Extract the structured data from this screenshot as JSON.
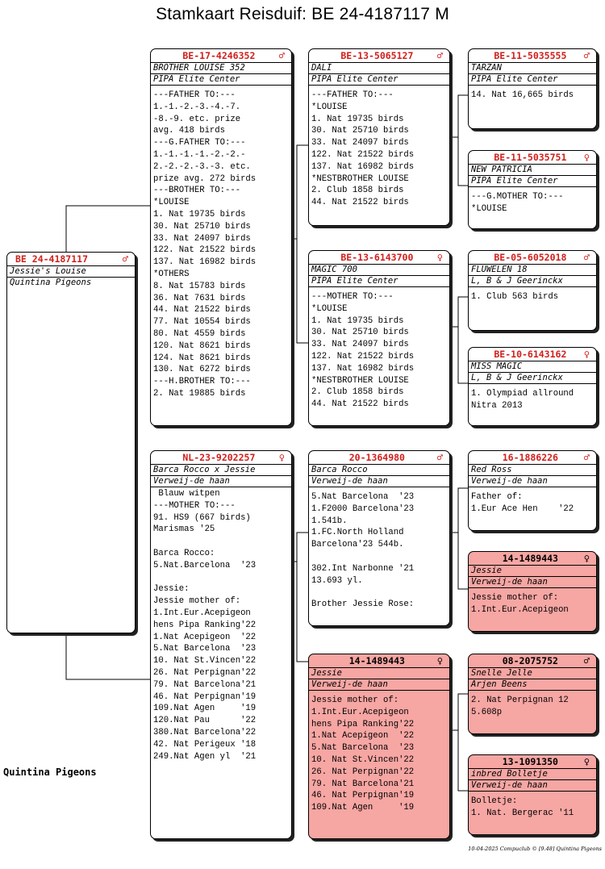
{
  "title": "Stamkaart Reisduif: BE  24-4187117 M",
  "breeder_name": "Quintina Pigeons",
  "footer": "10-04-2025   Compuclub © [9.48]  Quintina Pigeons",
  "cards": {
    "subject": {
      "ring": "BE  24-4187117",
      "sex": "♂",
      "name": "Jessie's Louise",
      "owner": "Quintina Pigeons",
      "lines": []
    },
    "father": {
      "ring": "BE-17-4246352",
      "sex": "♂",
      "name": "BROTHER LOUISE 352",
      "owner": "PIPA Elite Center",
      "lines": [
        "---FATHER TO:---",
        "1.-1.-2.-3.-4.-7.",
        "-8.-9. etc. prize",
        "avg. 418 birds",
        "---G.FATHER TO:---",
        "1.-1.-1.-1.-2.-2.-",
        "2.-2.-2.-3.-3. etc.",
        "prize avg. 272 birds",
        "---BROTHER TO:---",
        "*LOUISE",
        "1. Nat 19735 birds",
        "30. Nat 25710 birds",
        "33. Nat 24097 birds",
        "122. Nat 21522 birds",
        "137. Nat 16982 birds",
        "*OTHERS",
        "8. Nat 15783 birds",
        "36. Nat 7631 birds",
        "44. Nat 21522 birds",
        "77. Nat 10554 birds",
        "80. Nat 4559 birds",
        "120. Nat 8621 birds",
        "124. Nat 8621 birds",
        "130. Nat 6272 birds",
        "---H.BROTHER TO:---",
        "2. Nat 19885 birds"
      ]
    },
    "mother": {
      "ring": "NL-23-9202257",
      "sex": "♀",
      "name": "Barca Rocco x Jessie",
      "owner": "Verweij-de haan",
      "lines": [
        " Blauw witpen",
        "---MOTHER TO:---",
        "91. HS9 (667 birds)",
        "Marismas '25",
        "",
        "Barca Rocco:",
        "5.Nat.Barcelona  '23",
        "",
        "Jessie:",
        "Jessie mother of:",
        "1.Int.Eur.Acepigeon",
        "hens Pipa Ranking'22",
        "1.Nat Acepigeon  '22",
        "5.Nat Barcelona  '23",
        "10. Nat St.Vincen'22",
        "26. Nat Perpignan'22",
        "79. Nat Barcelona'21",
        "46. Nat Perpignan'19",
        "109.Nat Agen     '19",
        "120.Nat Pau      '22",
        "380.Nat Barcelona'22",
        "42. Nat Perigeux '18",
        "249.Nat Agen yl  '21"
      ]
    },
    "ff": {
      "ring": "BE-13-5065127",
      "sex": "♂",
      "name": "DALI",
      "owner": "PIPA Elite Center",
      "lines": [
        "---FATHER TO:---",
        "*LOUISE",
        "1. Nat 19735 birds",
        "30. Nat 25710 birds",
        "33. Nat 24097 birds",
        "122. Nat 21522 birds",
        "137. Nat 16982 birds",
        "*NESTBROTHER LOUISE",
        "2. Club 1858 birds",
        "44. Nat 21522 birds"
      ]
    },
    "fm": {
      "ring": "BE-13-6143700",
      "sex": "♀",
      "name": "MAGIC 700",
      "owner": "PIPA Elite Center",
      "lines": [
        "---MOTHER TO:---",
        "*LOUISE",
        "1. Nat 19735 birds",
        "30. Nat 25710 birds",
        "33. Nat 24097 birds",
        "122. Nat 21522 birds",
        "137. Nat 16982 birds",
        "*NESTBROTHER LOUISE",
        "2. Club 1858 birds",
        "44. Nat 21522 birds"
      ]
    },
    "mf": {
      "ring": "20-1364980",
      "sex": "♂",
      "name": "Barca Rocco",
      "owner": "Verweij-de haan",
      "lines": [
        "5.Nat Barcelona  '23",
        "1.F2000 Barcelona'23",
        "1.541b.",
        "1.FC.North Holland",
        "Barcelona'23 544b.",
        "",
        "302.Int Narbonne '21",
        "13.693 yl.",
        "",
        "Brother Jessie Rose:"
      ]
    },
    "mm": {
      "ring": "14-1489443",
      "sex": "♀",
      "name": "Jessie",
      "owner": "Verweij-de haan",
      "lines": [
        "Jessie mother of:",
        "1.Int.Eur.Acepigeon",
        "hens Pipa Ranking'22",
        "1.Nat Acepigeon  '22",
        "5.Nat Barcelona  '23",
        "10. Nat St.Vincen'22",
        "26. Nat Perpignan'22",
        "79. Nat Barcelona'21",
        "46. Nat Perpignan'19",
        "109.Nat Agen     '19"
      ]
    },
    "fff": {
      "ring": "BE-11-5035555",
      "sex": "♂",
      "name": "TARZAN",
      "owner": "PIPA Elite Center",
      "lines": [
        "14. Nat 16,665 birds"
      ]
    },
    "ffm": {
      "ring": "BE-11-5035751",
      "sex": "♀",
      "name": "NEW PATRICIA",
      "owner": "PIPA Elite Center",
      "lines": [
        "---G.MOTHER TO:---",
        "*LOUISE"
      ]
    },
    "fmf": {
      "ring": "BE-05-6052018",
      "sex": "♂",
      "name": "FLUWELEN 18",
      "owner": "L, B & J Geerinckx",
      "lines": [
        "1. Club 563 birds"
      ]
    },
    "fmm": {
      "ring": "BE-10-6143162",
      "sex": "♀",
      "name": "MISS MAGIC",
      "owner": "L, B & J Geerinckx",
      "lines": [
        "1. Olympiad allround",
        "Nitra 2013"
      ]
    },
    "mff": {
      "ring": "16-1886226",
      "sex": "♂",
      "name": "Red Ross",
      "owner": "Verweij-de haan",
      "lines": [
        "Father of:",
        "1.Eur Ace Hen    '22"
      ]
    },
    "mfm": {
      "ring": "14-1489443",
      "sex": "♀",
      "name": "Jessie",
      "owner": "Verweij-de haan",
      "lines": [
        "Jessie mother of:",
        "1.Int.Eur.Acepigeon"
      ]
    },
    "mmf": {
      "ring": "08-2075752",
      "sex": "♂",
      "name": "Snelle Jelle",
      "owner": "Arjen Beens",
      "lines": [
        "2. Nat Perpignan 12",
        "5.608p"
      ]
    },
    "mmm": {
      "ring": "13-1091350",
      "sex": "♀",
      "name": "inbred Bolletje",
      "owner": "Verweij-de haan",
      "lines": [
        "Bolletje:",
        "1. Nat. Bergerac '11"
      ]
    }
  }
}
